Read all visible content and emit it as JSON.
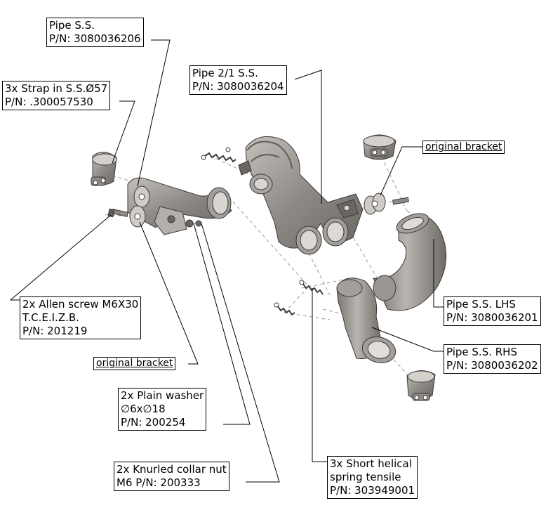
{
  "labels": {
    "pipe_ss": {
      "line1": "Pipe S.S.",
      "line2": "P/N: 3080036206"
    },
    "strap": {
      "line1": "3x Strap in S.S.Ø57",
      "line2": "P/N: .300057530"
    },
    "pipe_2_1": {
      "line1": "Pipe 2/1 S.S.",
      "line2": "P/N: 3080036204"
    },
    "bracket_right": {
      "text": "original bracket"
    },
    "allen_screw": {
      "line1": "2x Allen screw M6X30",
      "line2": "T.C.E.I.Z.B.",
      "line3": "P/N: 201219"
    },
    "bracket_left": {
      "text": "original bracket"
    },
    "pipe_lhs": {
      "line1": "Pipe S.S. LHS",
      "line2": "P/N: 3080036201"
    },
    "pipe_rhs": {
      "line1": "Pipe S.S. RHS",
      "line2": "P/N: 3080036202"
    },
    "washer": {
      "line1": "2x Plain washer",
      "line2": "∅6x∅18",
      "line3": "P/N: 200254"
    },
    "collar_nut": {
      "line1": "2x Knurled collar nut",
      "line2": "M6 P/N: 200333"
    },
    "spring": {
      "line1": "3x Short helical",
      "line2": "spring tensile",
      "line3": "P/N: 303949001"
    }
  },
  "colors": {
    "metal": "#8e8a85",
    "metal_dark": "#5f5b57",
    "metal_light": "#c9c6c2",
    "leader": "#000000",
    "dash": "#9a9a9a"
  }
}
